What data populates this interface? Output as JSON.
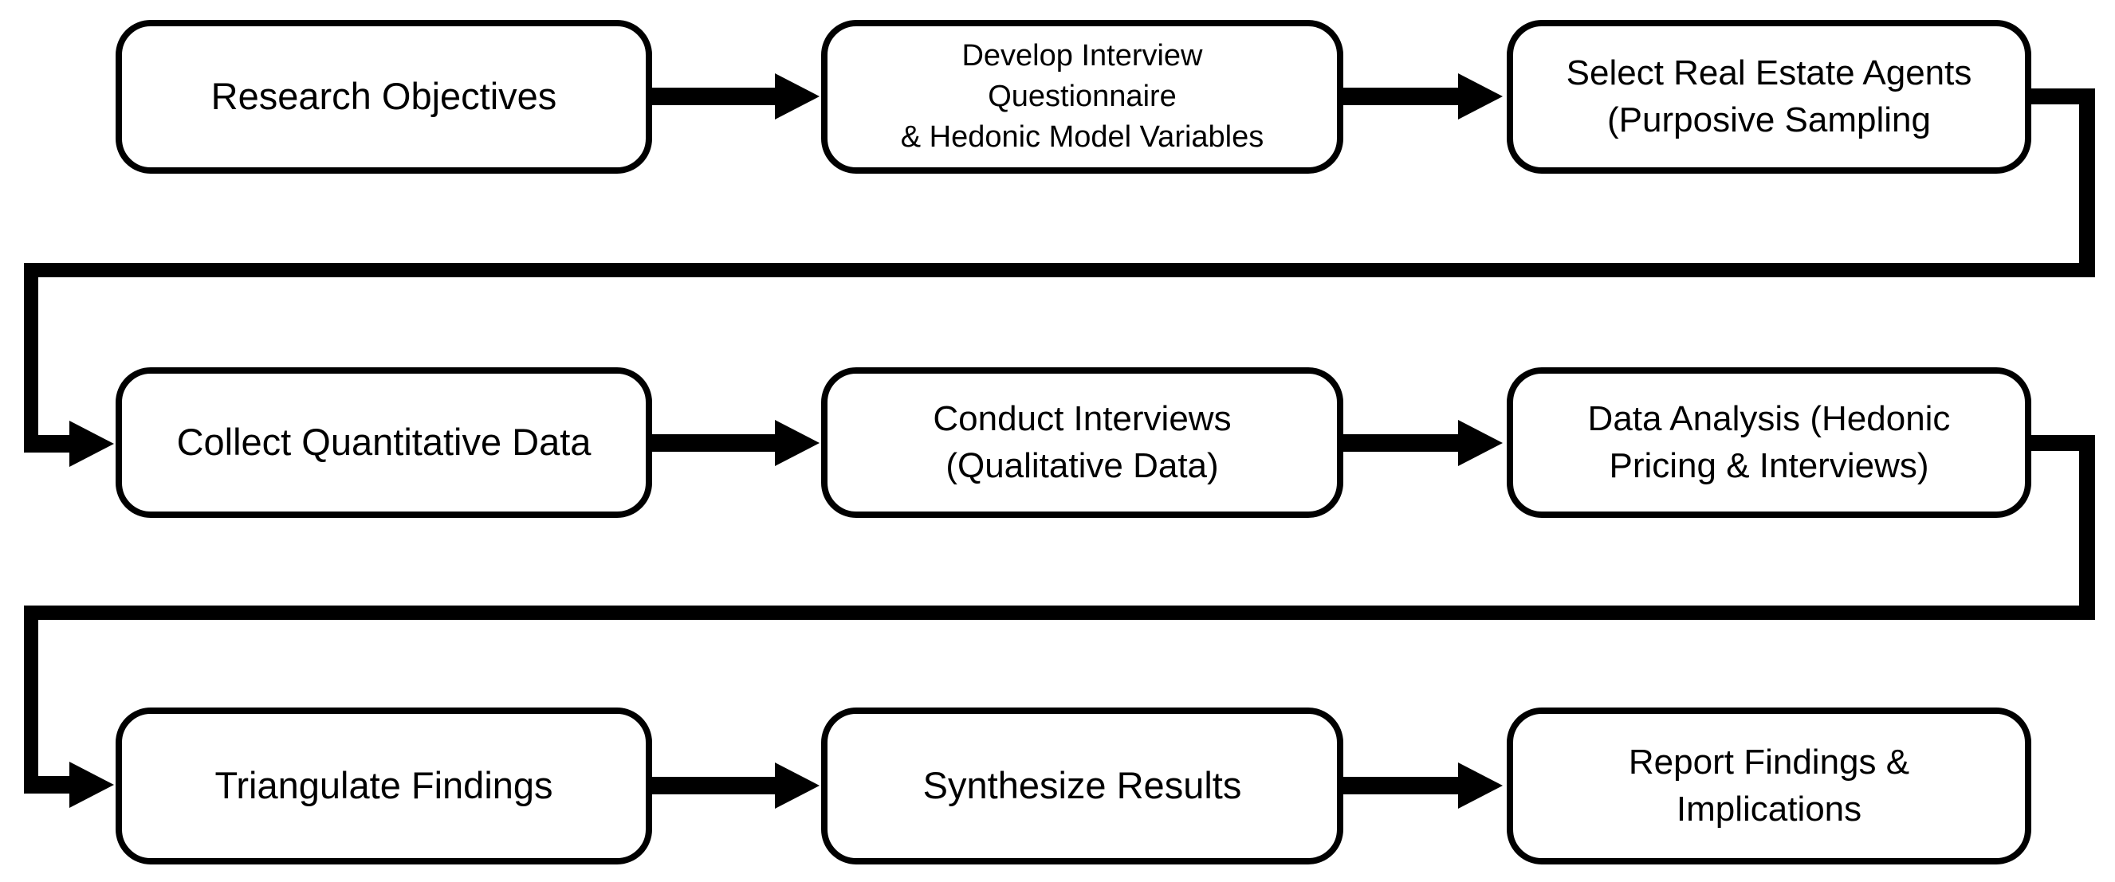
{
  "diagram": {
    "type": "flowchart",
    "background_color": "#ffffff",
    "box_fill_color": "#ffffff",
    "line_color": "#000000",
    "nodes": [
      {
        "id": "research-objectives",
        "row": 1,
        "col": 1,
        "lines": [
          "Research Objectives"
        ]
      },
      {
        "id": "develop-questionnaire",
        "row": 1,
        "col": 2,
        "lines": [
          "Develop Interview",
          "Questionnaire",
          "& Hedonic Model Variables"
        ]
      },
      {
        "id": "select-agents",
        "row": 1,
        "col": 3,
        "lines": [
          "Select Real Estate Agents",
          "(Purposive Sampling"
        ]
      },
      {
        "id": "collect-quantitative",
        "row": 2,
        "col": 1,
        "lines": [
          "Collect Quantitative Data"
        ]
      },
      {
        "id": "conduct-interviews",
        "row": 2,
        "col": 2,
        "lines": [
          "Conduct Interviews",
          "(Qualitative Data)"
        ]
      },
      {
        "id": "data-analysis",
        "row": 2,
        "col": 3,
        "lines": [
          "Data Analysis (Hedonic",
          "Pricing & Interviews)"
        ]
      },
      {
        "id": "triangulate-findings",
        "row": 3,
        "col": 1,
        "lines": [
          "Triangulate Findings"
        ]
      },
      {
        "id": "synthesize-results",
        "row": 3,
        "col": 2,
        "lines": [
          "Synthesize Results"
        ]
      },
      {
        "id": "report-findings",
        "row": 3,
        "col": 3,
        "lines": [
          "Report Findings &",
          "Implications"
        ]
      }
    ],
    "edges": [
      {
        "from": "research-objectives",
        "to": "develop-questionnaire",
        "style": "straight-arrow"
      },
      {
        "from": "develop-questionnaire",
        "to": "select-agents",
        "style": "straight-arrow"
      },
      {
        "from": "select-agents",
        "to": "collect-quantitative",
        "style": "wrap-around-elbow-arrow"
      },
      {
        "from": "collect-quantitative",
        "to": "conduct-interviews",
        "style": "straight-arrow"
      },
      {
        "from": "conduct-interviews",
        "to": "data-analysis",
        "style": "straight-arrow"
      },
      {
        "from": "data-analysis",
        "to": "triangulate-findings",
        "style": "wrap-around-elbow-arrow"
      },
      {
        "from": "triangulate-findings",
        "to": "synthesize-results",
        "style": "straight-arrow"
      },
      {
        "from": "synthesize-results",
        "to": "report-findings",
        "style": "straight-arrow"
      }
    ]
  }
}
